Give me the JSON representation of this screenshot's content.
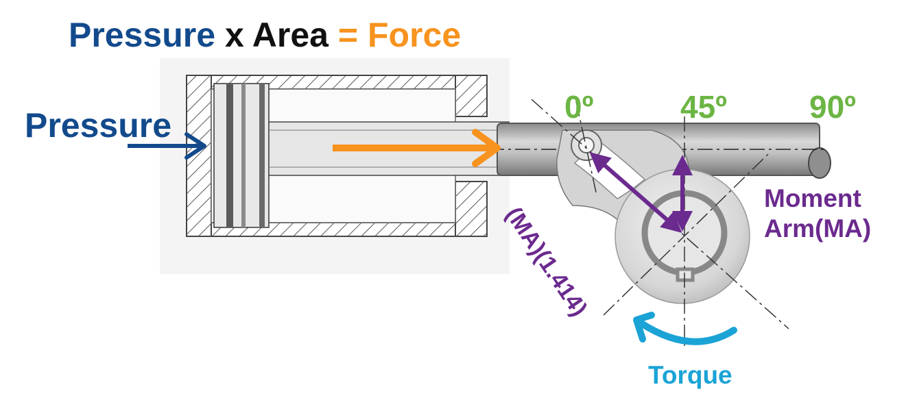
{
  "formula": {
    "pressure": "Pressure",
    "times": " x ",
    "area": "Area",
    "equals": " = ",
    "force": "Force"
  },
  "labels": {
    "pressure": "Pressure",
    "angle_0": "0º",
    "angle_45": "45º",
    "angle_90": "90º",
    "moment_arm_line1": "Moment",
    "moment_arm_line2": "Arm(MA)",
    "diagonal_arm": "(MA)(1.414)",
    "torque": "Torque"
  },
  "colors": {
    "navy": "#124a8c",
    "black": "#111111",
    "orange": "#f7931e",
    "green": "#6cb544",
    "purple": "#6b2a8e",
    "cyan": "#1ba3d6",
    "steel": "#9a9a9a"
  }
}
